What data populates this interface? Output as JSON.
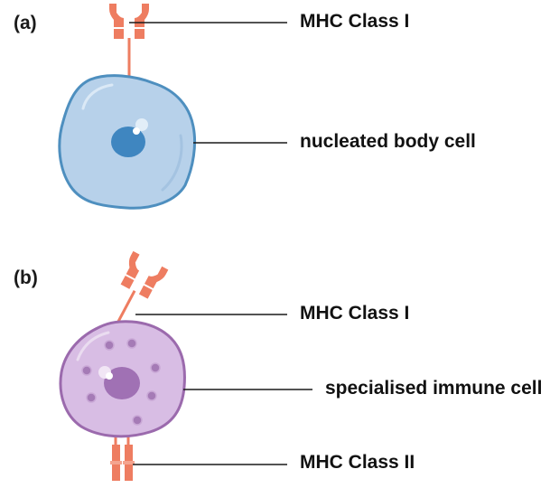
{
  "panel_a": {
    "tag": "(a)",
    "receptor_label": "MHC Class I",
    "cell_label": "nucleated body cell"
  },
  "panel_b": {
    "tag": "(b)",
    "receptor_top_label": "MHC Class I",
    "cell_label": "specialised immune cell",
    "receptor_bottom_label": "MHC Class II"
  },
  "colors": {
    "mhc_receptor": "#ee7d61",
    "body_cell_membrane": "#4e8fbf",
    "body_cell_fill": "#b7d1ea",
    "body_cell_nucleus": "#3f86c0",
    "immune_cell_membrane": "#9b6aad",
    "immune_cell_fill": "#d8bde4",
    "immune_cell_nucleus": "#a071b4",
    "immune_granule": "#a57bb6",
    "leader_line": "#1a1a1a"
  }
}
